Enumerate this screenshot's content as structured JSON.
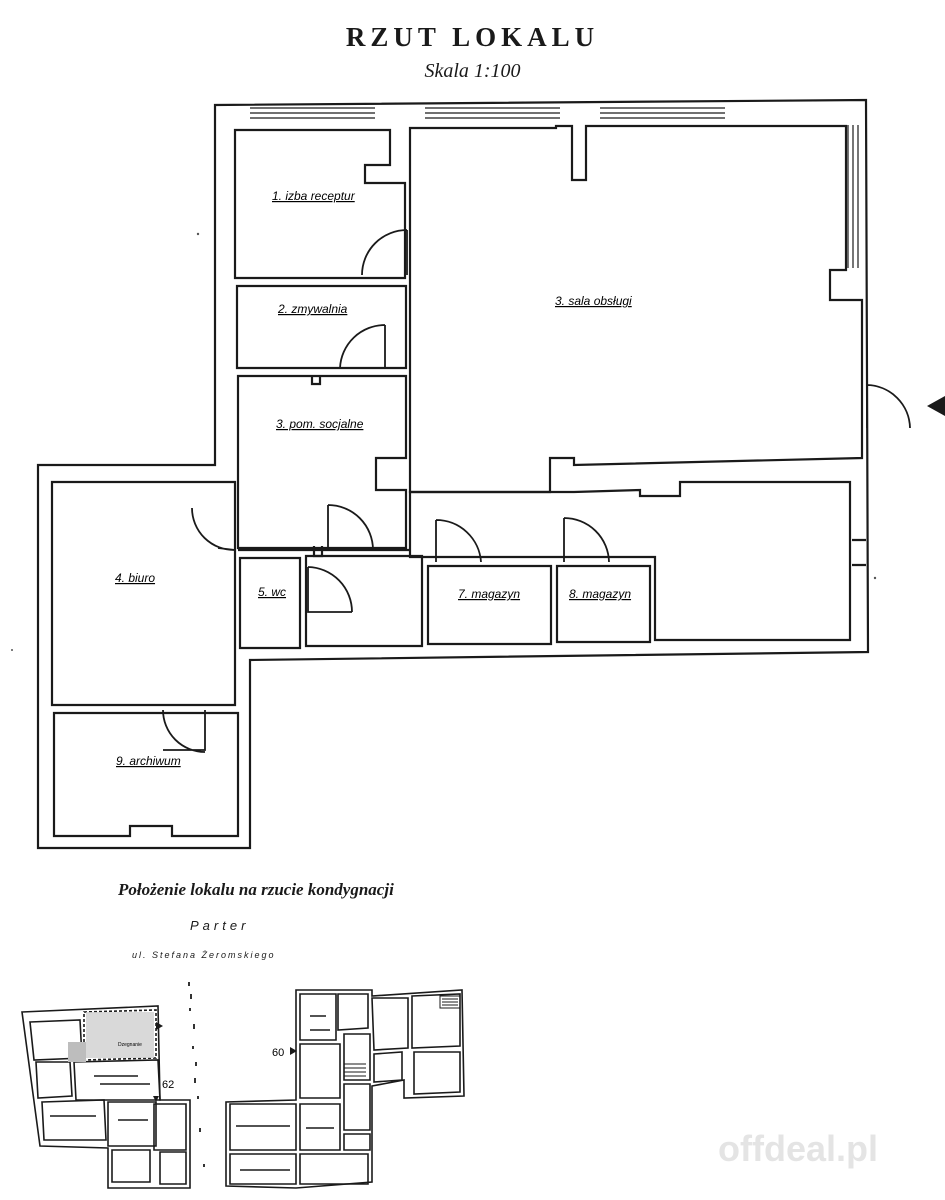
{
  "header": {
    "title": "RZUT LOKALU",
    "scale": "Skala 1:100"
  },
  "rooms": {
    "r1": "1. izba receptur",
    "r2": "2. zmywalnia",
    "r3a": "3. sala obsługi",
    "r3b": "3. pom. socjalne",
    "r4": "4. biuro",
    "r5": "5. wc",
    "r7": "7. magazyn",
    "r8": "8. magazyn",
    "r9": "9. archiwum"
  },
  "location": {
    "heading": "Położenie lokalu na rzucie kondygnacji",
    "floor": "Parter",
    "street": "ul. Stefana Żeromskiego",
    "label_60": "60",
    "label_62": "62",
    "unit_tag": "Dzegnanie"
  },
  "watermark": "offdeal.pl"
}
